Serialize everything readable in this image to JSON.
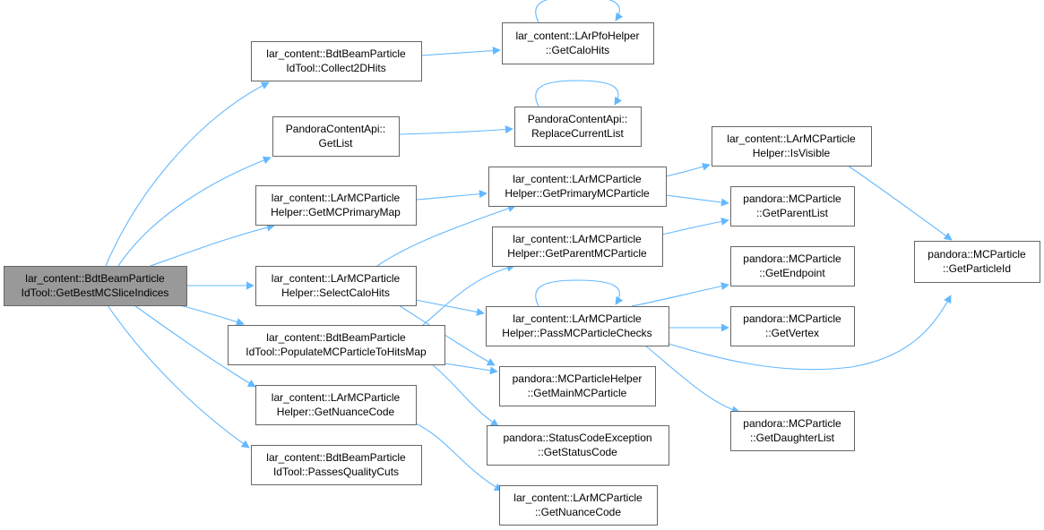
{
  "colors": {
    "edge": "#63b8ff",
    "node_fill": "#ffffff",
    "root_fill": "#999999",
    "node_border": "#666666"
  },
  "nodes": [
    {
      "id": "root",
      "lines": [
        "lar_content::BdtBeamParticle",
        "IdTool::GetBestMCSliceIndices"
      ],
      "root": true
    },
    {
      "id": "collect2d",
      "lines": [
        "lar_content::BdtBeamParticle",
        "IdTool::Collect2DHits"
      ]
    },
    {
      "id": "getlist",
      "lines": [
        "PandoraContentApi::",
        "GetList"
      ]
    },
    {
      "id": "getmcprimarymap",
      "lines": [
        "lar_content::LArMCParticle",
        "Helper::GetMCPrimaryMap"
      ]
    },
    {
      "id": "selectcalohits",
      "lines": [
        "lar_content::LArMCParticle",
        "Helper::SelectCaloHits"
      ]
    },
    {
      "id": "populate",
      "lines": [
        "lar_content::BdtBeamParticle",
        "IdTool::PopulateMCParticleToHitsMap"
      ]
    },
    {
      "id": "getnuancecode_h",
      "lines": [
        "lar_content::LArMCParticle",
        "Helper::GetNuanceCode"
      ]
    },
    {
      "id": "passesquality",
      "lines": [
        "lar_content::BdtBeamParticle",
        "IdTool::PassesQualityCuts"
      ]
    },
    {
      "id": "getcalohits",
      "lines": [
        "lar_content::LArPfoHelper",
        "::GetCaloHits"
      ]
    },
    {
      "id": "replacecurrent",
      "lines": [
        "PandoraContentApi::",
        "ReplaceCurrentList"
      ]
    },
    {
      "id": "getprimarymc",
      "lines": [
        "lar_content::LArMCParticle",
        "Helper::GetPrimaryMCParticle"
      ]
    },
    {
      "id": "getparentmc",
      "lines": [
        "lar_content::LArMCParticle",
        "Helper::GetParentMCParticle"
      ]
    },
    {
      "id": "passmcchecks",
      "lines": [
        "lar_content::LArMCParticle",
        "Helper::PassMCParticleChecks"
      ]
    },
    {
      "id": "getmainmc",
      "lines": [
        "pandora::MCParticleHelper",
        "::GetMainMCParticle"
      ]
    },
    {
      "id": "getstatuscode",
      "lines": [
        "pandora::StatusCodeException",
        "::GetStatusCode"
      ]
    },
    {
      "id": "getnuancecode_p",
      "lines": [
        "lar_content::LArMCParticle",
        "::GetNuanceCode"
      ]
    },
    {
      "id": "isvisible",
      "lines": [
        "lar_content::LArMCParticle",
        "Helper::IsVisible"
      ]
    },
    {
      "id": "getparentlist",
      "lines": [
        "pandora::MCParticle",
        "::GetParentList"
      ]
    },
    {
      "id": "getendpoint",
      "lines": [
        "pandora::MCParticle",
        "::GetEndpoint"
      ]
    },
    {
      "id": "getvertex",
      "lines": [
        "pandora::MCParticle",
        "::GetVertex"
      ]
    },
    {
      "id": "getdaughterlist",
      "lines": [
        "pandora::MCParticle",
        "::GetDaughterList"
      ]
    },
    {
      "id": "getparticleid",
      "lines": [
        "pandora::MCParticle",
        "::GetParticleId"
      ]
    }
  ],
  "edges": [
    [
      "root",
      "collect2d"
    ],
    [
      "root",
      "getlist"
    ],
    [
      "root",
      "getmcprimarymap"
    ],
    [
      "root",
      "selectcalohits"
    ],
    [
      "root",
      "populate"
    ],
    [
      "root",
      "getnuancecode_h"
    ],
    [
      "root",
      "passesquality"
    ],
    [
      "collect2d",
      "getcalohits"
    ],
    [
      "getcalohits",
      "getcalohits"
    ],
    [
      "getlist",
      "replacecurrent"
    ],
    [
      "replacecurrent",
      "replacecurrent"
    ],
    [
      "getmcprimarymap",
      "getprimarymc"
    ],
    [
      "selectcalohits",
      "getprimarymc"
    ],
    [
      "selectcalohits",
      "passmcchecks"
    ],
    [
      "selectcalohits",
      "getmainmc"
    ],
    [
      "populate",
      "getparentmc"
    ],
    [
      "populate",
      "getmainmc"
    ],
    [
      "populate",
      "getstatuscode"
    ],
    [
      "getnuancecode_h",
      "getnuancecode_p"
    ],
    [
      "getprimarymc",
      "isvisible"
    ],
    [
      "getprimarymc",
      "getparentlist"
    ],
    [
      "getparentmc",
      "getparentlist"
    ],
    [
      "passmcchecks",
      "passmcchecks"
    ],
    [
      "passmcchecks",
      "getendpoint"
    ],
    [
      "passmcchecks",
      "getvertex"
    ],
    [
      "passmcchecks",
      "getdaughterlist"
    ],
    [
      "passmcchecks",
      "getparticleid"
    ],
    [
      "isvisible",
      "getparticleid"
    ]
  ]
}
